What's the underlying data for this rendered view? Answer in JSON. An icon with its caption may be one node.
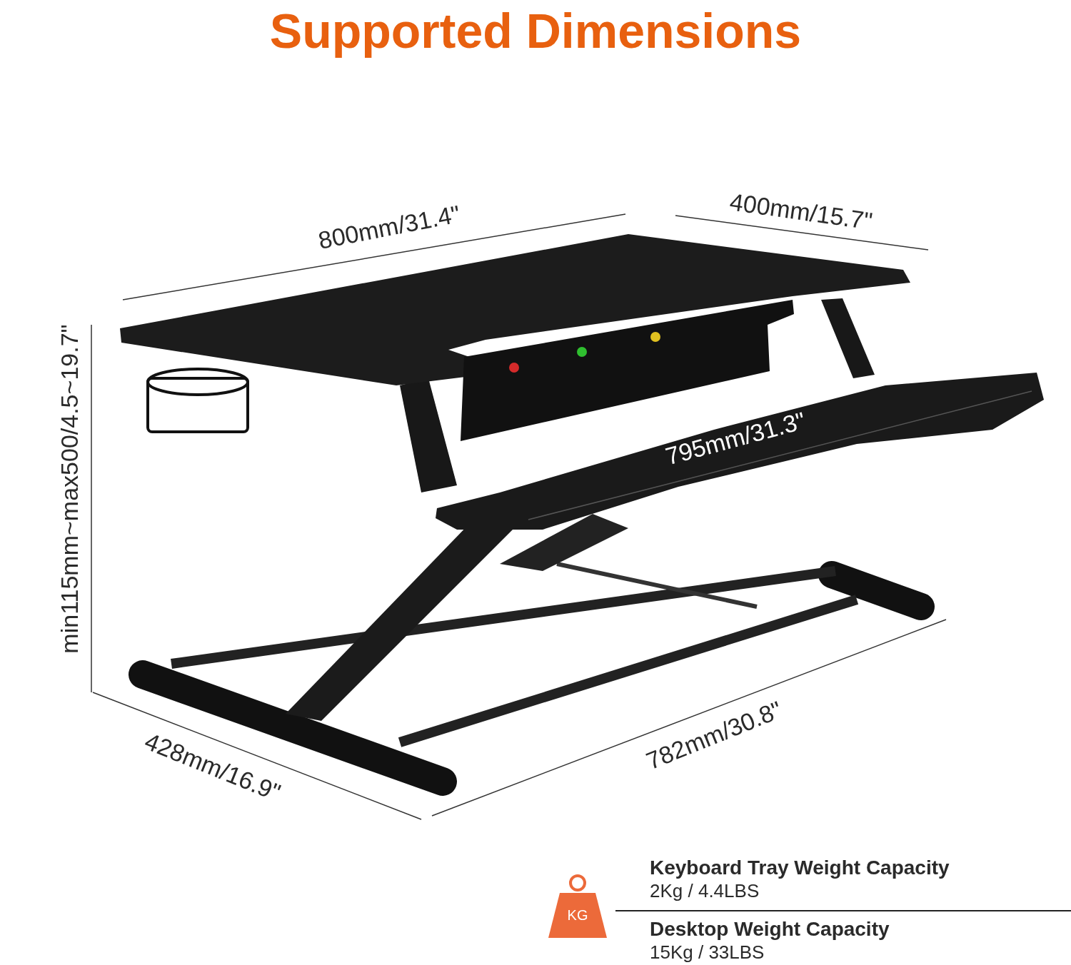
{
  "diagram": {
    "title": "Supported Dimensions",
    "labels": [
      "800mm/31.4\"",
      "400mm/15.7\"",
      "min115mm~max500/4.5~19.7\"",
      "795mm/31.3\"",
      "428mm/16.9\"",
      "782mm/30.8\"",
      "Keyboard Tray Weight Capacity",
      "2Kg / 4.4LBS",
      "KG",
      "Desktop Weight Capacity",
      "15Kg / 33LBS"
    ]
  }
}
